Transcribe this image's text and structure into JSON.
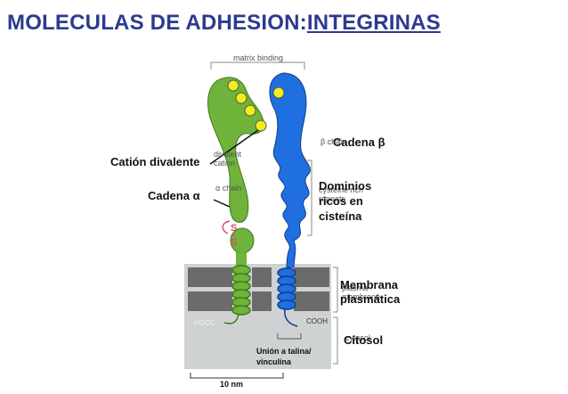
{
  "title": {
    "prefix": "MOLECULAS DE ADHESION:",
    "underlined": "INTEGRINAS"
  },
  "labels": {
    "matrix_binding": "matrix binding",
    "divalent_cation_en": "divalent cation",
    "cation_divalente": "Catión divalente",
    "cadena_alpha": "Cadena α",
    "alpha_chain_en": "α chain",
    "beta_chain_en": "β chain",
    "cadena_beta": "Cadena β",
    "cysteine_en": "cysteine rich repeats",
    "dominios": "Dominios ricos en cisteína",
    "ss": "S\n–\nS",
    "plasma_en": "plasma membrane",
    "membrana": "Membrana plasmática",
    "hooc": "HOOC",
    "cooh": "COOH",
    "cytosol_en": "cytosol",
    "citosol": "Citosol",
    "talina": "Unión a talina/ vinculina",
    "scale": "10 nm"
  },
  "colors": {
    "alpha": "#6fb33a",
    "beta": "#1f6fe0",
    "cation": "#f2ee1a",
    "membrane": "#6b6b6b",
    "cytosol": "#cfd2d2"
  }
}
